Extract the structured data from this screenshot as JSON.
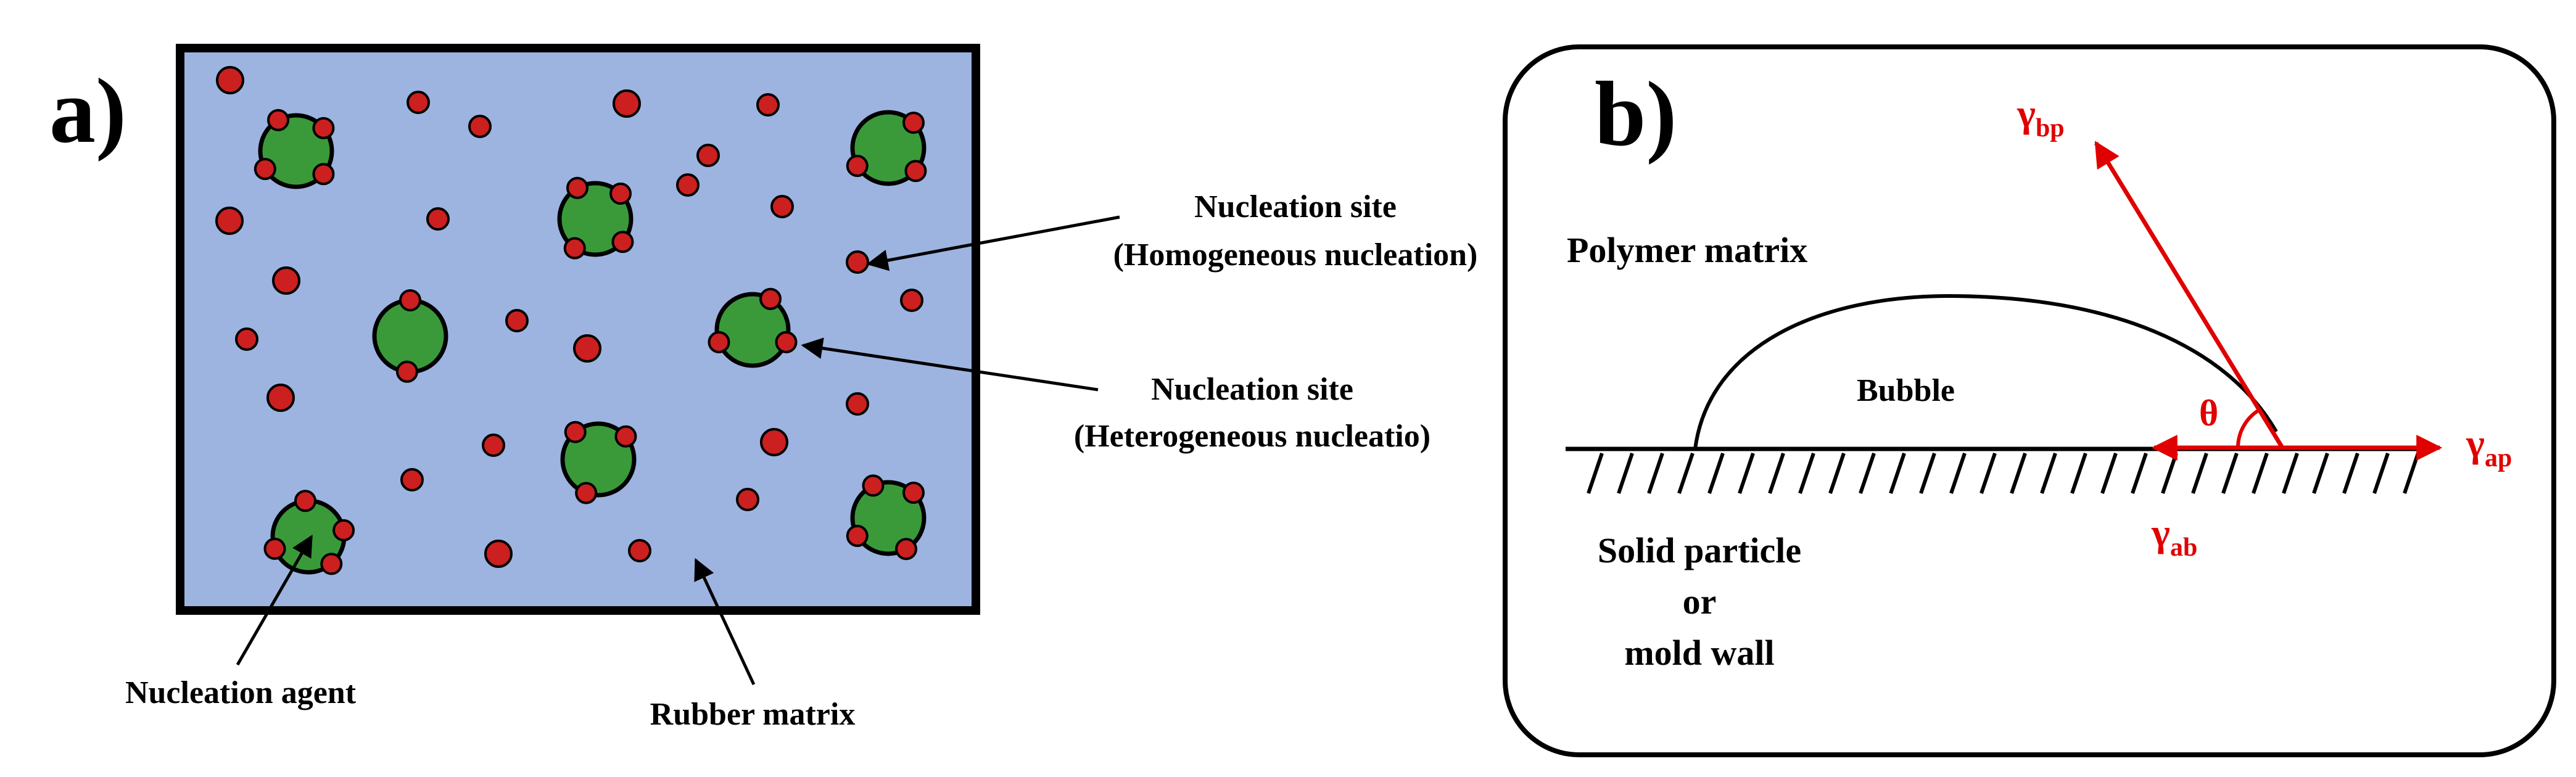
{
  "panel_a": {
    "letter": "a)",
    "matrix_color": "#9db4e0",
    "nucleant_color": "#3a9a3a",
    "gas_cell_color": "#cc1f1f",
    "labels": {
      "homogeneous_title": "Nucleation site",
      "homogeneous_sub": "(Homogeneous nucleation)",
      "heterogeneous_title": "Nucleation site",
      "heterogeneous_sub": "(Heterogeneous nucleatio)",
      "nucleation_agent": "Nucleation agent",
      "rubber_matrix": "Rubber matrix"
    }
  },
  "panel_b": {
    "letter": "b)",
    "polymer_matrix": "Polymer matrix",
    "bubble": "Bubble",
    "solid_line1": "Solid particle",
    "solid_line2": "or",
    "solid_line3": "mold wall",
    "theta": "θ",
    "gamma": "γ",
    "gamma_bp_sub": "bp",
    "gamma_ap_sub": "ap",
    "gamma_ab_sub": "ab",
    "vector_color": "#e00000"
  }
}
